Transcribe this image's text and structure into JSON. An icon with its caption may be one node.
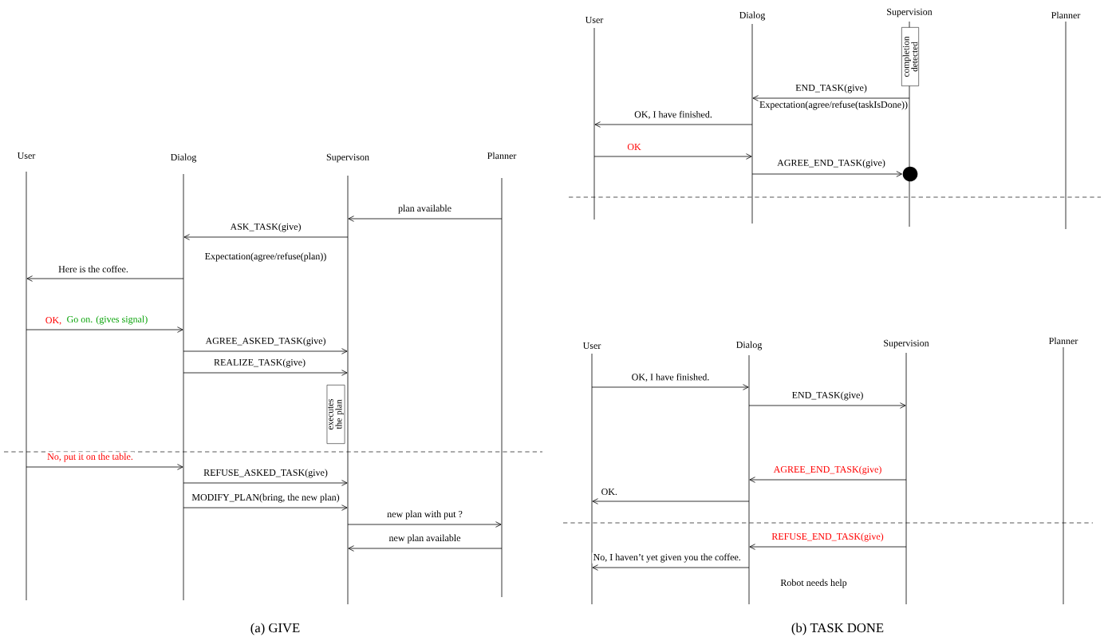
{
  "diagram": {
    "nodes": [
      {
        "text": [
          "User"
        ]
      },
      {
        "text": [
          "Dialog"
        ]
      },
      {
        "text": [
          "Supervison"
        ]
      },
      {
        "text": [
          "Planner"
        ]
      },
      {
        "text": [
          "executes the plan"
        ],
        "in": 2
      },
      {
        "text": [
          "User"
        ]
      },
      {
        "text": [
          "Dialog"
        ]
      },
      {
        "text": [
          "Supervision"
        ]
      },
      {
        "text": [
          "Planner"
        ]
      },
      {
        "text": [
          "completion detected"
        ],
        "in": 7
      },
      {
        "text": [],
        "shape": "circle",
        "in": 7
      },
      {
        "text": [
          "User"
        ]
      },
      {
        "text": [
          "Dialog"
        ]
      },
      {
        "text": [
          "Supervision"
        ]
      },
      {
        "text": [
          "Planner"
        ]
      }
    ],
    "edges": [
      {
        "from": 3,
        "to": 2,
        "arrow": "to",
        "label": "plan available"
      },
      {
        "from": 2,
        "to": 1,
        "arrow": "to",
        "label": "ASK_TASK(give)"
      },
      {
        "from": 1,
        "to": 0,
        "arrow": "to",
        "label": "Here is the coffee."
      },
      {
        "from": 0,
        "to": 1,
        "arrow": "to",
        "label": "Go on. (gives signal)"
      },
      {
        "from": 1,
        "to": 2,
        "arrow": "to",
        "label": "AGREE_ASKED_TASK(give)"
      },
      {
        "from": 1,
        "to": 4,
        "arrow": "to",
        "label": "REALIZE_TASK(give)"
      },
      {
        "from": 0,
        "to": 1,
        "arrow": "to",
        "label": "No, put it on the table."
      },
      {
        "from": 1,
        "to": 2,
        "arrow": "to",
        "label": "REFUSE_ASKED_TASK(give)"
      },
      {
        "from": 1,
        "to": 2,
        "arrow": "to",
        "label": "MODIFY_PLAN(bring, the new plan)"
      },
      {
        "from": 2,
        "to": 3,
        "arrow": "to",
        "label": "new plan with put ?"
      },
      {
        "from": 3,
        "to": 2,
        "arrow": "to",
        "label": "new plan available"
      },
      {
        "from": 9,
        "to": 6,
        "arrow": "to",
        "label": "END_TASK(give)"
      },
      {
        "from": 6,
        "to": 5,
        "arrow": "to",
        "label": "OK, I have finished."
      },
      {
        "from": 5,
        "to": 6,
        "arrow": "to",
        "label": "OK"
      },
      {
        "from": 6,
        "to": 10,
        "arrow": "to",
        "label": "AGREE_END_TASK(give)"
      },
      {
        "from": 11,
        "to": 12,
        "arrow": "to",
        "label": "OK, I have finished."
      },
      {
        "from": 12,
        "to": 13,
        "arrow": "to",
        "label": "END_TASK(give)"
      },
      {
        "from": 13,
        "to": 12,
        "arrow": "to",
        "label": "AGREE_END_TASK(give)"
      },
      {
        "from": 12,
        "to": 11,
        "arrow": "to",
        "label": "OK."
      },
      {
        "from": 13,
        "to": 12,
        "arrow": "to",
        "label": "REFUSE_END_TASK(give)"
      },
      {
        "from": 12,
        "to": 11,
        "arrow": "to",
        "label": "No, I haven’t yet given you the coffee."
      }
    ],
    "labels": [
      "OK,",
      "Expectation(agree/refuse(plan))",
      "Expectation(agree/refuse(taskIsDone))",
      "Robot needs help",
      "(a) GIVE",
      "(b) TASK DONE"
    ]
  }
}
